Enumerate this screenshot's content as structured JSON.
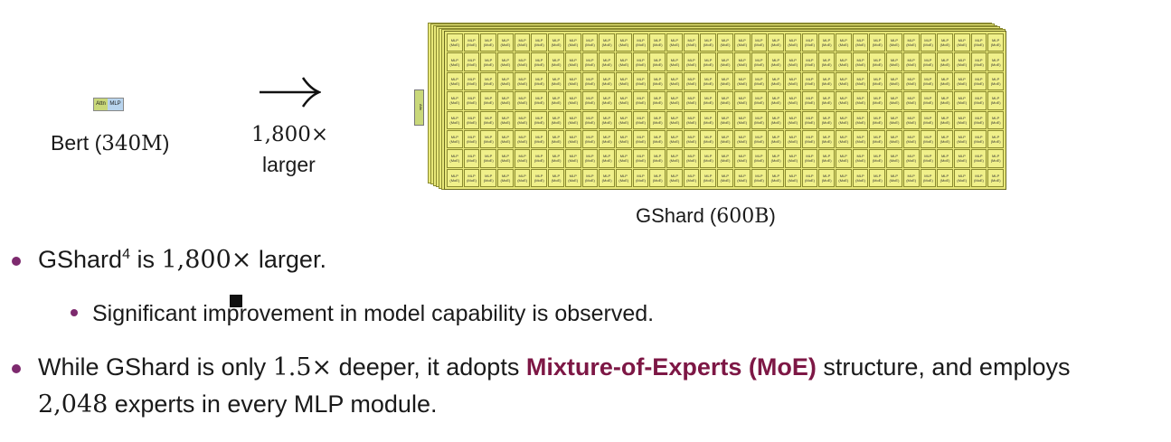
{
  "bert": {
    "attn_label": "Attn",
    "mlp_label": "MLP",
    "caption_text": "Bert (",
    "caption_num": "340M",
    "caption_close": ")"
  },
  "arrow": {
    "scale": "1,800×",
    "word": "larger"
  },
  "gshard": {
    "attn_label": "Attn",
    "cell_label_top": "MLP",
    "cell_label_bottom": "(MoE)",
    "caption_text": "GShard (",
    "caption_num": "600B",
    "caption_close": ")",
    "rows": 8,
    "cols": 33
  },
  "bullets": {
    "b1_pre": "GShard",
    "b1_sup": "4",
    "b1_mid": " is ",
    "b1_num": "1,800×",
    "b1_post": " larger.",
    "b1a": "Significant improvement in model capability is observed.",
    "b2_pre": "While GShard is only ",
    "b2_num": "1.5×",
    "b2_mid": " deeper, it adopts ",
    "b2_moe": "Mixture-of-Experts (MoE)",
    "b2_post": " structure, and employs",
    "b2b_num": "2,048",
    "b2b_post": " experts in every MLP module."
  },
  "colors": {
    "bullet": "#7d2a6e",
    "moe_highlight": "#7d1745",
    "expert_fill": "#e8e87a"
  }
}
